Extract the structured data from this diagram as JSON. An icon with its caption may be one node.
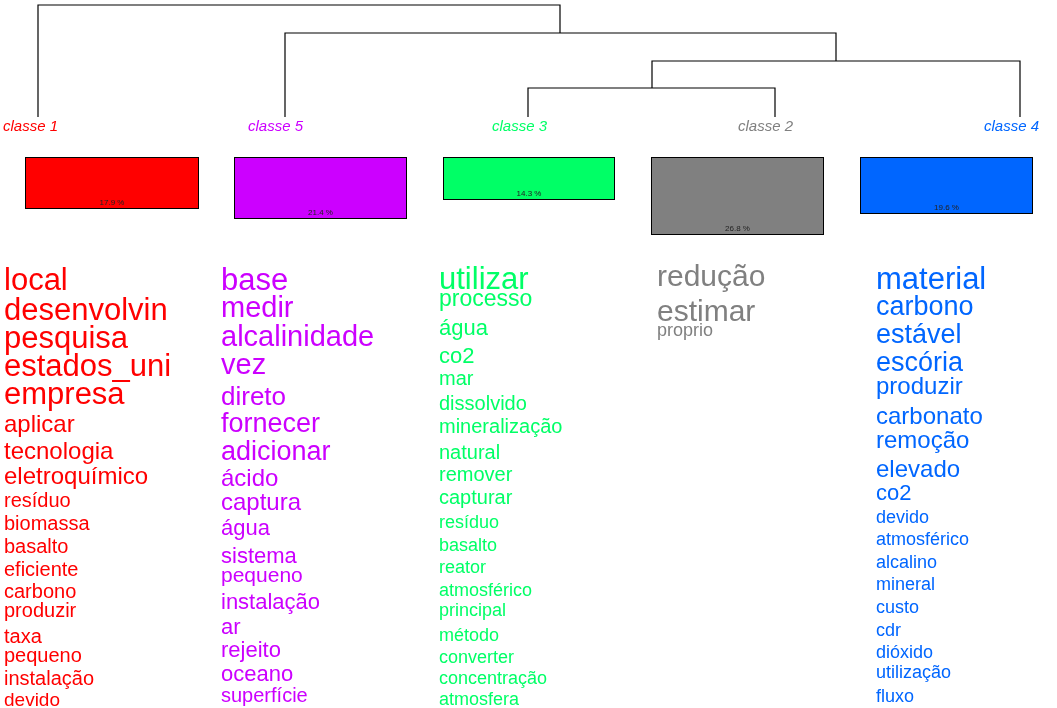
{
  "diagram": {
    "nodes": [
      {
        "text": [
          "classe 1",
          "17.9 %"
        ],
        "beside": [
          "local",
          "desenvolvin",
          "pesquisa",
          "estados_uni",
          "empresa",
          "aplicar",
          "tecnologia",
          "eletroquímico",
          "resíduo",
          "biomassa",
          "basalto",
          "eficiente",
          "carbono",
          "produzir",
          "taxa",
          "pequeno",
          "instalação",
          "devido"
        ]
      },
      {
        "text": [
          "classe 5",
          "21.4 %"
        ],
        "beside": [
          "base",
          "medir",
          "alcalinidade",
          "vez",
          "direto",
          "fornecer",
          "adicionar",
          "ácido",
          "captura",
          "água",
          "sistema",
          "pequeno",
          "instalação",
          "ar",
          "rejeito",
          "oceano",
          "superfície"
        ]
      },
      {
        "text": [
          "classe 3",
          "14.3 %"
        ],
        "beside": [
          "utilizar",
          "processo",
          "água",
          "co2",
          "mar",
          "dissolvido",
          "mineralização",
          "natural",
          "remover",
          "capturar",
          "resíduo",
          "basalto",
          "reator",
          "atmosférico",
          "principal",
          "método",
          "converter",
          "concentração",
          "atmosfera"
        ]
      },
      {
        "text": [
          "classe 2",
          "26.8 %"
        ],
        "beside": [
          "redução",
          "estimar",
          "proprio"
        ]
      },
      {
        "text": [
          "classe 4",
          "19.6 %"
        ],
        "beside": [
          "material",
          "carbono",
          "estável",
          "escória",
          "produzir",
          "carbonato",
          "remoção",
          "elevado",
          "co2",
          "devido",
          "atmosférico",
          "alcalino",
          "mineral",
          "custo",
          "cdr",
          "dióxido",
          "utilização",
          "fluxo"
        ]
      }
    ]
  }
}
